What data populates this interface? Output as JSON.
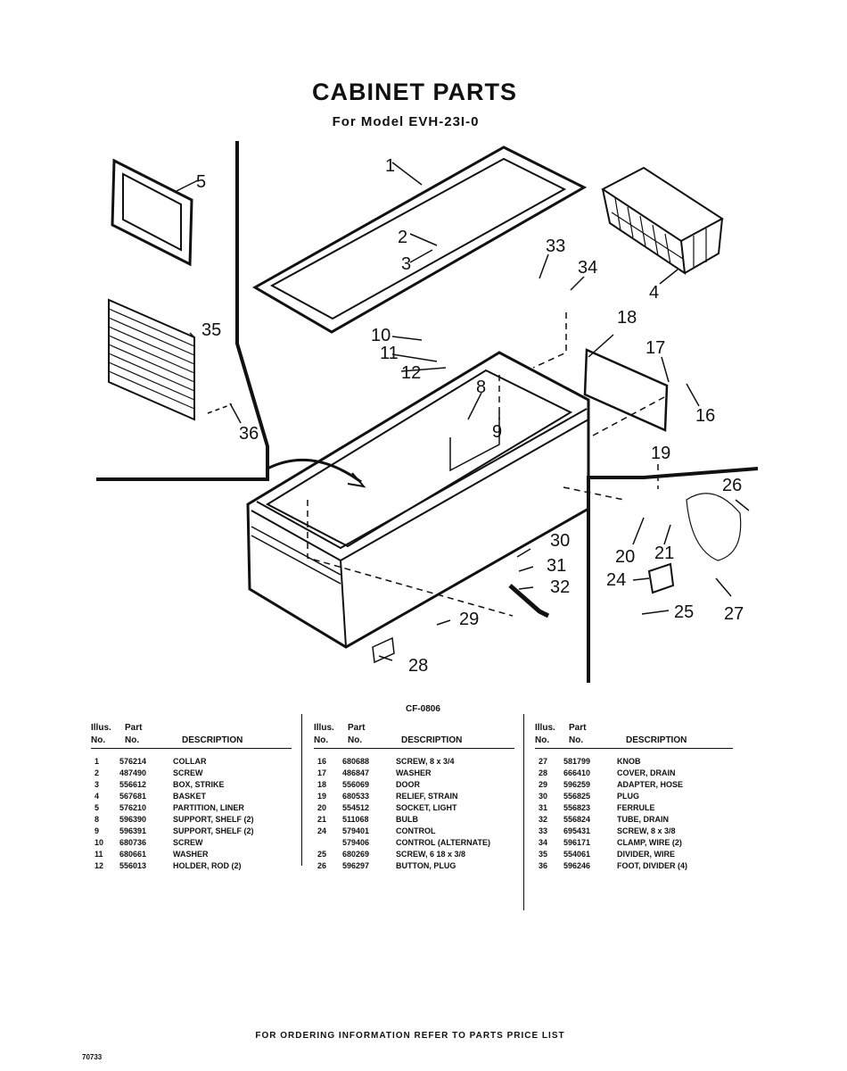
{
  "title": "CABINET PARTS",
  "subtitle": "For Model EVH-23I-0",
  "diagram_code": "CF-0806",
  "callouts": [
    "1",
    "2",
    "3",
    "4",
    "5",
    "8",
    "9",
    "10",
    "11",
    "12",
    "16",
    "17",
    "18",
    "19",
    "20",
    "21",
    "24",
    "25",
    "26",
    "27",
    "28",
    "29",
    "30",
    "31",
    "32",
    "33",
    "34",
    "35",
    "36"
  ],
  "table": {
    "header": {
      "illus": "Illus.",
      "no1": "No.",
      "part": "Part",
      "no2": "No.",
      "description": "DESCRIPTION"
    },
    "columns": [
      {
        "rows": [
          {
            "illus": "1",
            "part": "576214",
            "desc": "COLLAR"
          },
          {
            "illus": "2",
            "part": "487490",
            "desc": "SCREW"
          },
          {
            "illus": "3",
            "part": "556612",
            "desc": "BOX, STRIKE"
          },
          {
            "illus": "4",
            "part": "567681",
            "desc": "BASKET"
          },
          {
            "illus": "5",
            "part": "576210",
            "desc": "PARTITION, LINER"
          },
          {
            "illus": "8",
            "part": "596390",
            "desc": "SUPPORT, SHELF (2)"
          },
          {
            "illus": "9",
            "part": "596391",
            "desc": "SUPPORT, SHELF (2)"
          },
          {
            "illus": "10",
            "part": "680736",
            "desc": "SCREW"
          },
          {
            "illus": "11",
            "part": "680661",
            "desc": "WASHER"
          },
          {
            "illus": "12",
            "part": "556013",
            "desc": "HOLDER, ROD (2)"
          }
        ]
      },
      {
        "rows": [
          {
            "illus": "16",
            "part": "680688",
            "desc": "SCREW, 8 x 3/4"
          },
          {
            "illus": "17",
            "part": "486847",
            "desc": "WASHER"
          },
          {
            "illus": "18",
            "part": "556069",
            "desc": "DOOR"
          },
          {
            "illus": "19",
            "part": "680533",
            "desc": "RELIEF, STRAIN"
          },
          {
            "illus": "20",
            "part": "554512",
            "desc": "SOCKET, LIGHT"
          },
          {
            "illus": "21",
            "part": "511068",
            "desc": "BULB"
          },
          {
            "illus": "24",
            "part": "579401",
            "desc": "CONTROL"
          },
          {
            "illus": "",
            "part": "579406",
            "desc": "CONTROL (ALTERNATE)"
          },
          {
            "illus": "25",
            "part": "680269",
            "desc": "SCREW, 6 18 x 3/8"
          },
          {
            "illus": "26",
            "part": "596297",
            "desc": "BUTTON, PLUG"
          }
        ]
      },
      {
        "rows": [
          {
            "illus": "27",
            "part": "581799",
            "desc": "KNOB"
          },
          {
            "illus": "28",
            "part": "666410",
            "desc": "COVER, DRAIN"
          },
          {
            "illus": "29",
            "part": "596259",
            "desc": "ADAPTER, HOSE"
          },
          {
            "illus": "30",
            "part": "556825",
            "desc": "PLUG"
          },
          {
            "illus": "31",
            "part": "556823",
            "desc": "FERRULE"
          },
          {
            "illus": "32",
            "part": "556824",
            "desc": "TUBE, DRAIN"
          },
          {
            "illus": "33",
            "part": "695431",
            "desc": "SCREW, 8 x 3/8"
          },
          {
            "illus": "34",
            "part": "596171",
            "desc": "CLAMP, WIRE (2)"
          },
          {
            "illus": "35",
            "part": "554061",
            "desc": "DIVIDER, WIRE"
          },
          {
            "illus": "36",
            "part": "596246",
            "desc": "FOOT, DIVIDER (4)"
          }
        ]
      }
    ]
  },
  "footer": "FOR ORDERING INFORMATION REFER TO PARTS PRICE LIST",
  "page_code": "70733"
}
